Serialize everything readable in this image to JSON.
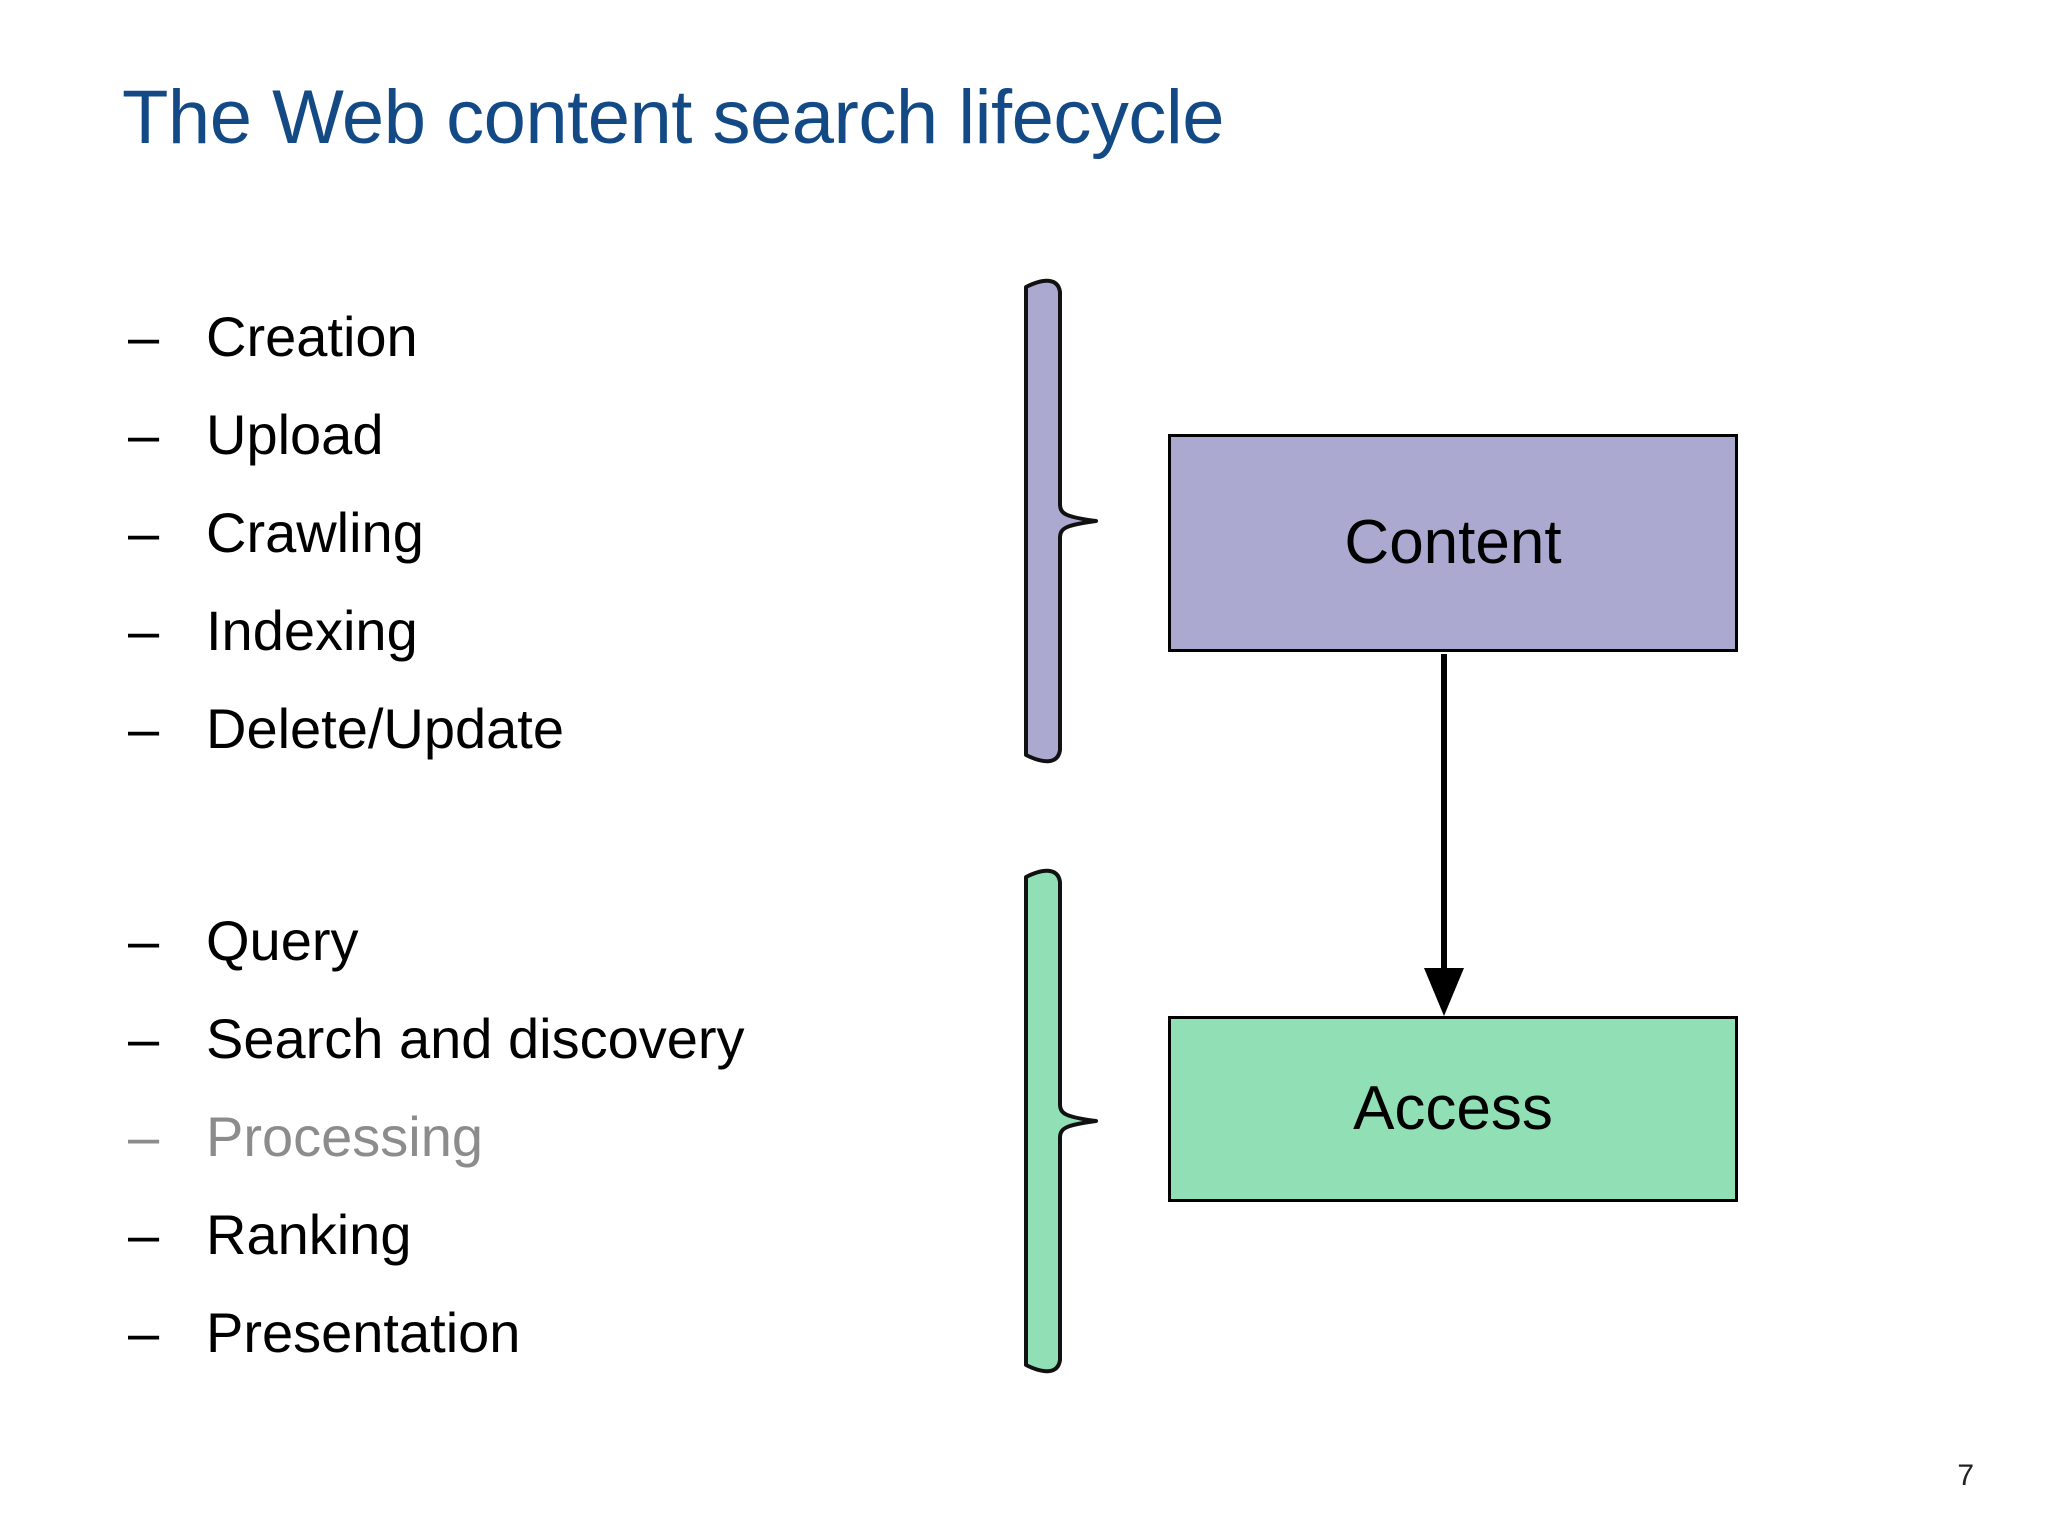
{
  "slide": {
    "title": "The Web content search lifecycle",
    "page_number": "7",
    "background_color": "#ffffff",
    "title_color": "#134A86"
  },
  "bullet_groups": [
    {
      "id": "content-phase",
      "marker": "–",
      "items": [
        {
          "label": "Creation",
          "dimmed": false
        },
        {
          "label": "Upload",
          "dimmed": false
        },
        {
          "label": "Crawling",
          "dimmed": false
        },
        {
          "label": "Indexing",
          "dimmed": false
        },
        {
          "label": "Delete/Update",
          "dimmed": false
        }
      ]
    },
    {
      "id": "access-phase",
      "marker": "–",
      "items": [
        {
          "label": "Query",
          "dimmed": false
        },
        {
          "label": "Search and discovery",
          "dimmed": false
        },
        {
          "label": "Processing",
          "dimmed": true
        },
        {
          "label": "Ranking",
          "dimmed": false
        },
        {
          "label": "Presentation",
          "dimmed": false
        }
      ]
    }
  ],
  "diagram": {
    "type": "flow",
    "braces": [
      {
        "name": "content-brace",
        "fill": "#ACA9D1",
        "stroke": "#000000",
        "points_to": "Content"
      },
      {
        "name": "access-brace",
        "fill": "#91DFB4",
        "stroke": "#000000",
        "points_to": "Access"
      }
    ],
    "nodes": [
      {
        "id": "content",
        "label": "Content",
        "fill": "#ACA9D1",
        "stroke": "#000000"
      },
      {
        "id": "access",
        "label": "Access",
        "fill": "#91DFB4",
        "stroke": "#000000"
      }
    ],
    "edges": [
      {
        "from": "content",
        "to": "access",
        "style": "solid-arrow",
        "color": "#000000"
      }
    ]
  }
}
